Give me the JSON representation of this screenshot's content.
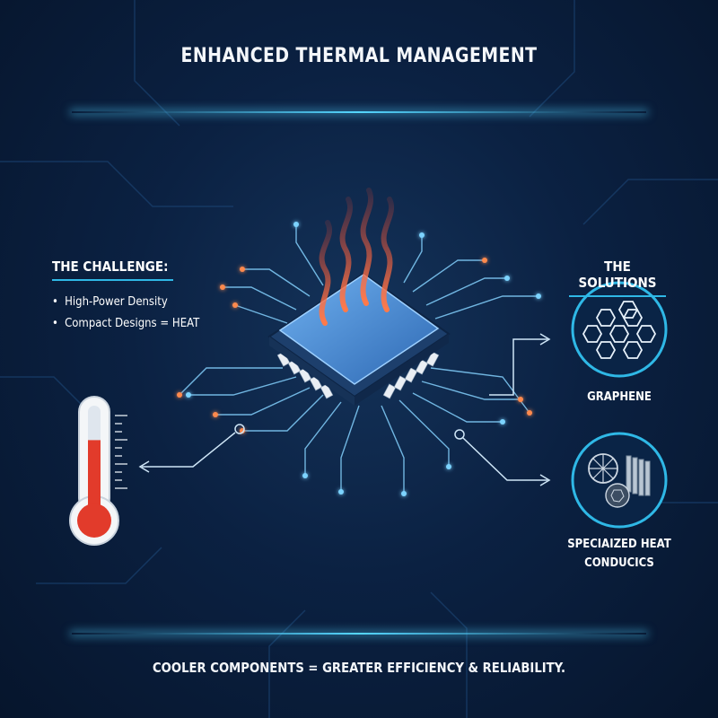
{
  "title": "ENHANCED THERMAL MANAGEMENT",
  "challenge": {
    "heading": "THE CHALLENGE:",
    "items": [
      "High-Power Density",
      "Compact Designs = HEAT"
    ]
  },
  "solutions": {
    "heading": "THE SOLUTIONS",
    "items": [
      {
        "label": "GRAPHENE",
        "icon": "graphene-hexagon-icon"
      },
      {
        "label_lines": [
          "SPECIAIZED HEAT",
          "CONDUCICS"
        ],
        "icon": "heat-conductor-icon"
      }
    ]
  },
  "thermometer": {
    "icon": "thermometer-icon",
    "fill_fraction": 0.7
  },
  "footer": "COOLER COMPONENTS = GREATER EFFICIENCY & RELIABILITY.",
  "colors": {
    "background": "#0b2142",
    "accent": "#2fb8e6",
    "heat": "#e8432e",
    "chip": "#4a8fd6"
  }
}
